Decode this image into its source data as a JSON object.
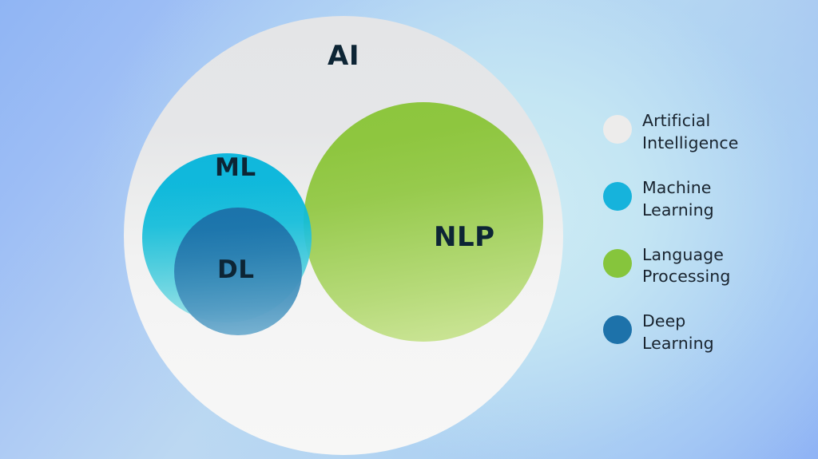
{
  "diagram": {
    "title": "AI / ML / NLP / DL containment Venn diagram",
    "background": {
      "color_start": "#90b5f4",
      "color_end": "#ceecf4"
    },
    "circles": [
      {
        "key": "ai",
        "label": "AI",
        "full_name": "Artificial Intelligence",
        "color": "#e4e5e7",
        "label_color": "#0d2535"
      },
      {
        "key": "ml",
        "label": "ML",
        "full_name": "Machine Learning",
        "color": "#00b3dc",
        "label_color": "#0d2535"
      },
      {
        "key": "nlp",
        "label": "NLP",
        "full_name": "Language Processing",
        "color": "#8cc63e",
        "label_color": "#0d2535"
      },
      {
        "key": "dl",
        "label": "DL",
        "full_name": "Deep Learning",
        "color": "#1b6fa8",
        "label_color": "#0d2535"
      }
    ]
  },
  "legend": {
    "items": [
      {
        "label": "Artificial\nIntelligence",
        "color": "#edeceb"
      },
      {
        "label": "Machine\nLearning",
        "color": "#16b3dc"
      },
      {
        "label": "Language\nProcessing",
        "color": "#86c53c"
      },
      {
        "label": "Deep\nLearning",
        "color": "#1d72aa"
      }
    ]
  }
}
